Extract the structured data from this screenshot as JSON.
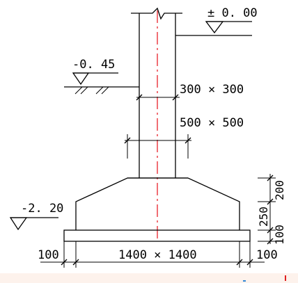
{
  "levels": {
    "ground": "± 0. 00",
    "outdoor": "-0. 45",
    "base": "-2. 20"
  },
  "sections": {
    "column": "300 × 300",
    "pedestal": "500 × 500",
    "footing": "1400 × 1400"
  },
  "dims": {
    "left_offset": "100",
    "right_offset": "100",
    "slope_height": "200",
    "step_height": "250",
    "cushion_height": "100"
  },
  "colors": {
    "lines": "#000000",
    "center_axis": "#e8202a",
    "background": "#ffffff"
  }
}
